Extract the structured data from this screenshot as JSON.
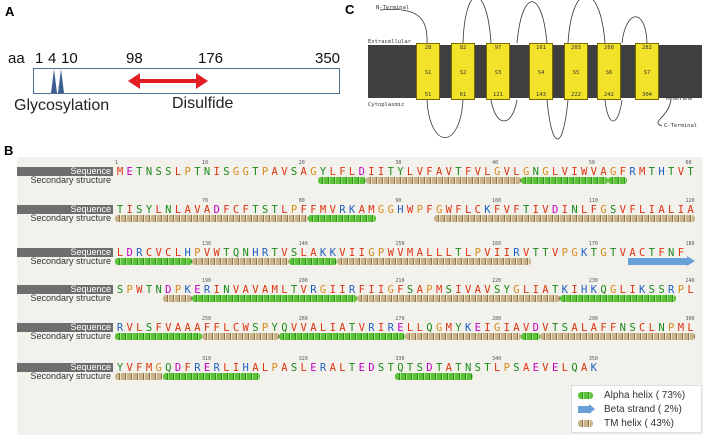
{
  "panel_labels": {
    "a": "A",
    "b": "B",
    "c": "C"
  },
  "panelA": {
    "aa_label": "aa",
    "pos_1": "1",
    "pos_4": "4",
    "pos_10": "10",
    "pos_98": "98",
    "pos_176": "176",
    "pos_350": "350",
    "glycosylation_label": "Glycosylation",
    "disulfide_label": "Disulfide",
    "arrow_color": "#e31e24",
    "glyco_color": "#3c5f8f"
  },
  "panelC": {
    "n_terminal": "N-Terminal",
    "c_terminal": "C-Terminal",
    "extracellular": "Extracellular",
    "cytoplasmic": "Cytoplasmic",
    "membrane": "Membrane",
    "helices": [
      {
        "name": "S1",
        "top": "28",
        "bottom": "51"
      },
      {
        "name": "S2",
        "top": "82",
        "bottom": "61"
      },
      {
        "name": "S3",
        "top": "97",
        "bottom": "121"
      },
      {
        "name": "S4",
        "top": "161",
        "bottom": "143"
      },
      {
        "name": "S5",
        "top": "203",
        "bottom": "222"
      },
      {
        "name": "S6",
        "top": "260",
        "bottom": "242"
      },
      {
        "name": "S7",
        "top": "282",
        "bottom": "304"
      }
    ]
  },
  "panelB": {
    "sequence_label": "Sequence",
    "ss_label": "Secondary structure",
    "residue_colors": {
      "hydrophobic": "#dd3311",
      "polar": "#1a8a1a",
      "basic": "#1f5fc0",
      "acidic": "#c400c4",
      "special": "#d98b1a"
    },
    "rows": [
      {
        "seq": "METNSSLPTNISGGTPAVSAGYLFLDIITYLVFAVTFVLGVLGNGLVIWVAGFRMTHTVT",
        "ticks": [
          "1",
          "10",
          "20",
          "30",
          "40",
          "50",
          "60"
        ],
        "ss": [
          {
            "type": "alpha",
            "from": 21,
            "to": 26
          },
          {
            "type": "tm",
            "from": 26,
            "to": 42
          },
          {
            "type": "alpha",
            "from": 42,
            "to": 51
          },
          {
            "type": "alpha",
            "from": 51,
            "to": 53
          }
        ]
      },
      {
        "seq": "TISYLNLAVADFCFTSTLPFFMVRKAMGGHWPFGWFLCKFVFTIVDINLFGSVFLIALIA",
        "ticks": [
          "70",
          "80",
          "90",
          "100",
          "110",
          "120"
        ],
        "ss": [
          {
            "type": "tm",
            "from": 0,
            "to": 20
          },
          {
            "type": "alpha",
            "from": 20,
            "to": 27
          },
          {
            "type": "tm",
            "from": 33,
            "to": 60
          }
        ]
      },
      {
        "seq": "LDRCVCLHPVWTQNHRTVSLAKKVIIGPWVMALLLTLPVIIRVTTVPGKTGTVACTFNF",
        "ticks": [
          "130",
          "140",
          "150",
          "160",
          "170",
          "180"
        ],
        "ss": [
          {
            "type": "alpha",
            "from": 0,
            "to": 8
          },
          {
            "type": "tm",
            "from": 8,
            "to": 18
          },
          {
            "type": "alpha",
            "from": 18,
            "to": 23
          },
          {
            "type": "tm",
            "from": 23,
            "to": 43
          },
          {
            "type": "beta",
            "from": 53,
            "to": 60
          }
        ]
      },
      {
        "seq": "SPWTNDPKERINVAVAMLTVRGIIRFIIGFSAPMSIVAVSYGLIATKIHKQGLIKSSRPL",
        "ticks": [
          "190",
          "200",
          "210",
          "220",
          "230",
          "240"
        ],
        "ss": [
          {
            "type": "tm",
            "from": 5,
            "to": 8
          },
          {
            "type": "alpha",
            "from": 8,
            "to": 25
          },
          {
            "type": "tm",
            "from": 25,
            "to": 46
          },
          {
            "type": "alpha",
            "from": 46,
            "to": 58
          }
        ]
      },
      {
        "seq": "RVLSFVAAAFFLCWSPYQVVALIATVRIRELLQGMYKEIGIAVDVTSALAFFNSCLNPML",
        "ticks": [
          "250",
          "260",
          "270",
          "280",
          "290",
          "300"
        ],
        "ss": [
          {
            "type": "alpha",
            "from": 0,
            "to": 9
          },
          {
            "type": "tm",
            "from": 9,
            "to": 17
          },
          {
            "type": "alpha",
            "from": 17,
            "to": 30
          },
          {
            "type": "tm",
            "from": 30,
            "to": 42
          },
          {
            "type": "alpha",
            "from": 42,
            "to": 44
          },
          {
            "type": "tm",
            "from": 44,
            "to": 60
          }
        ]
      },
      {
        "seq": "YVFMGQDFRERLIHALPASLERALTEDSTQTSDTATNSTLPSAEVELQAK",
        "ticks": [
          "310",
          "320",
          "330",
          "340",
          "350"
        ],
        "ss": [
          {
            "type": "tm",
            "from": 0,
            "to": 5
          },
          {
            "type": "alpha",
            "from": 5,
            "to": 15
          },
          {
            "type": "alpha",
            "from": 29,
            "to": 37
          }
        ]
      }
    ]
  },
  "legend": {
    "alpha": "Alpha helix ( 73%)",
    "beta": "Beta strand ( 2%)",
    "tm": "TM helix ( 43%)"
  }
}
